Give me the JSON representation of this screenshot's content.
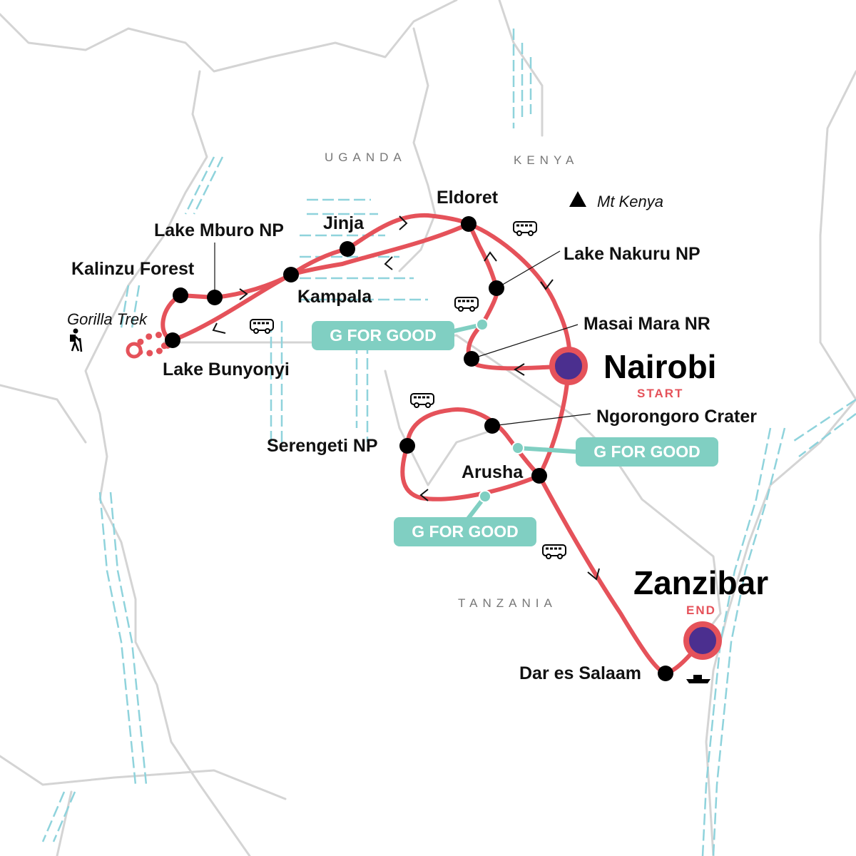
{
  "countries": {
    "uganda": "UGANDA",
    "kenya": "KENYA",
    "tanzania": "TANZANIA"
  },
  "landmarks": {
    "mt_kenya": "Mt Kenya",
    "gorilla_trek": "Gorilla Trek"
  },
  "stops": {
    "nairobi": "Nairobi",
    "nairobi_tag": "START",
    "zanzibar": "Zanzibar",
    "zanzibar_tag": "END",
    "eldoret": "Eldoret",
    "jinja": "Jinja",
    "lake_mburo": "Lake Mburo NP",
    "kalinzu": "Kalinzu Forest",
    "kampala": "Kampala",
    "lake_bunyonyi": "Lake Bunyonyi",
    "lake_nakuru": "Lake Nakuru NP",
    "masai_mara": "Masai Mara NR",
    "ngorongoro": "Ngorongoro Crater",
    "serengeti": "Serengeti NP",
    "arusha": "Arusha",
    "dar_es_salaam": "Dar es Salaam"
  },
  "badges": [
    "G FOR GOOD",
    "G FOR GOOD",
    "G FOR GOOD"
  ],
  "colors": {
    "route": "#e5525a",
    "endpoint": "#4b2f8f",
    "badge": "#80cfc2",
    "water": "#8fd3dc",
    "border": "#d4d4d4"
  },
  "icons": [
    "bus-icon",
    "boat-icon",
    "hiker-icon",
    "mountain-icon",
    "route-arrow-icon"
  ]
}
